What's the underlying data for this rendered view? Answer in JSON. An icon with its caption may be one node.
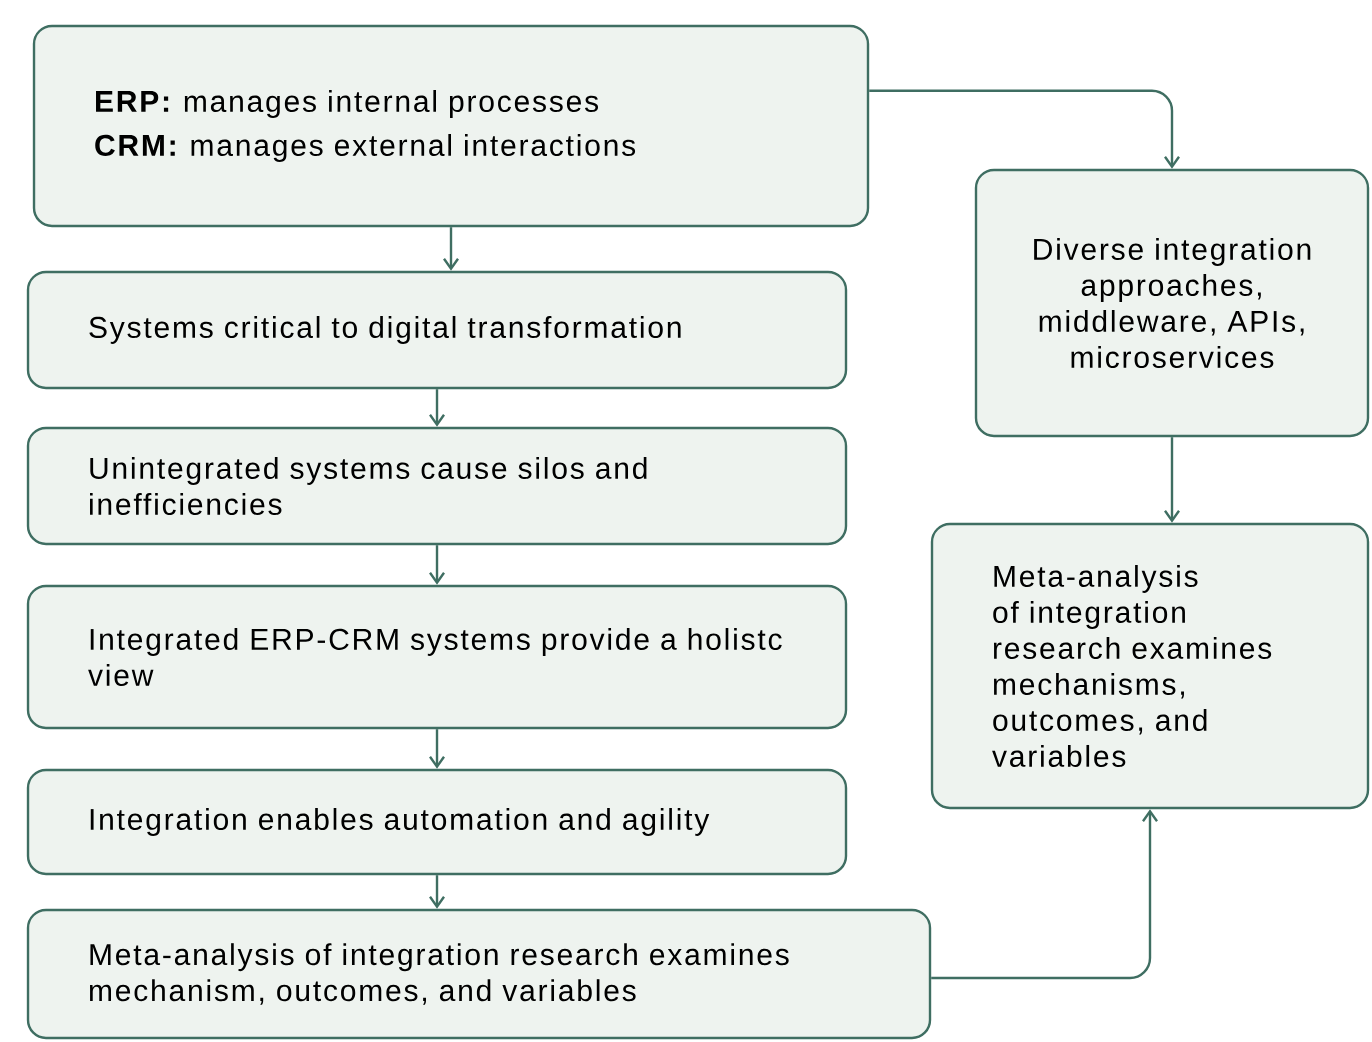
{
  "diagram": {
    "nodes": [
      {
        "text": [
          "**ERP:** manages internal processes",
          "**CRM:** manages external interactions"
        ]
      },
      {
        "text": [
          "Systems critical to digital transformation"
        ]
      },
      {
        "text": [
          "Unintegrated systems cause silos and inefficiencies"
        ]
      },
      {
        "text": [
          "Integrated ERP-CRM systems provide a holistc view"
        ]
      },
      {
        "text": [
          "Integration enables automation and agility"
        ]
      },
      {
        "text": [
          "Meta-analysis of integration research examines mechanism, outcomes, and variables"
        ]
      },
      {
        "text": [
          "Diverse integration approaches, middleware, APIs, microservices"
        ]
      },
      {
        "text": [
          "Meta-analysis of integration research examines mechanisms, outcomes, and variables"
        ]
      }
    ],
    "edges": [
      {
        "from": 0,
        "to": 1,
        "arrow": "to"
      },
      {
        "from": 1,
        "to": 2,
        "arrow": "to"
      },
      {
        "from": 2,
        "to": 3,
        "arrow": "to"
      },
      {
        "from": 3,
        "to": 4,
        "arrow": "to"
      },
      {
        "from": 4,
        "to": 5,
        "arrow": "to"
      },
      {
        "from": 0,
        "to": 6,
        "arrow": "to"
      },
      {
        "from": 6,
        "to": 7,
        "arrow": "to"
      },
      {
        "from": 5,
        "to": 7,
        "arrow": "to"
      }
    ]
  }
}
